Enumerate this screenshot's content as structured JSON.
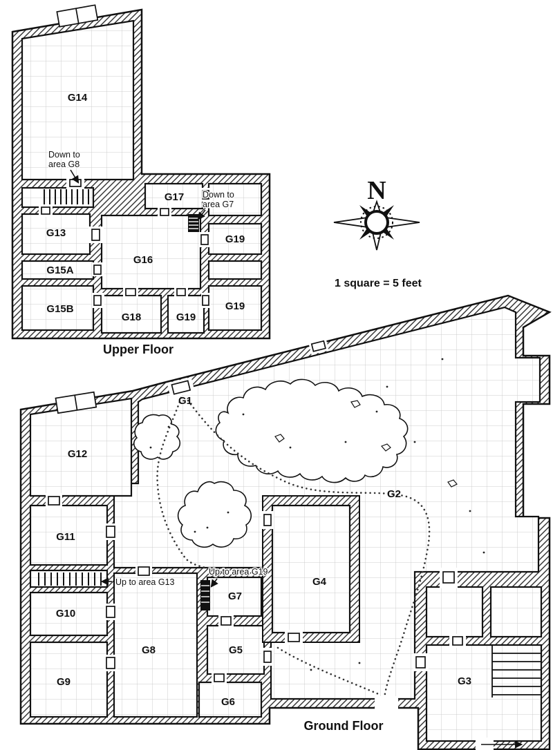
{
  "page": {
    "paper_color": "#ffffff",
    "ink_color": "#111111",
    "grid_color": "#cccccc"
  },
  "compass": {
    "north_label": "N"
  },
  "scale": {
    "text": "1 square = 5 feet"
  },
  "upper_floor": {
    "caption": "Upper Floor",
    "rooms": {
      "g14": "G14",
      "g13": "G13",
      "g15a": "G15A",
      "g15b": "G15B",
      "g16": "G16",
      "g17": "G17",
      "g18": "G18",
      "g19_ne": "G19",
      "g19_e": "G19",
      "g19_s": "G19"
    },
    "annotations": {
      "down_g8_line1": "Down to",
      "down_g8_line2": "area G8",
      "down_g7_line1": "Down to",
      "down_g7_line2": "area G7"
    }
  },
  "ground_floor": {
    "caption": "Ground Floor",
    "rooms": {
      "g1": "G1",
      "g2": "G2",
      "g3": "G3",
      "g4": "G4",
      "g5": "G5",
      "g6": "G6",
      "g7": "G7",
      "g8": "G8",
      "g9": "G9",
      "g10": "G10",
      "g11": "G11",
      "g12": "G12"
    },
    "annotations": {
      "up_g13": "Up to area G13",
      "up_g19": "Up to area G19"
    }
  }
}
